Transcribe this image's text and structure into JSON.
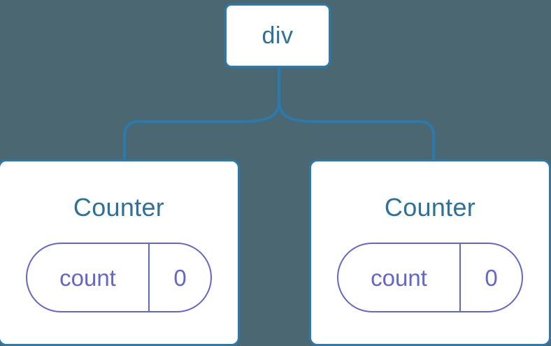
{
  "diagram": {
    "type": "component-tree",
    "background_color": "#4b6771",
    "edge_color": "#2a7aad",
    "node_border_color": "#2a7aad",
    "node_fill_color": "#ffffff",
    "node_label_color": "#2b719e",
    "state_color": "#6265d8",
    "root": {
      "label": "div"
    },
    "children": [
      {
        "title": "Counter",
        "state": {
          "key": "count",
          "value": "0"
        }
      },
      {
        "title": "Counter",
        "state": {
          "key": "count",
          "value": "0"
        }
      }
    ],
    "edges": [
      {
        "from": "div",
        "to": "Counter-left"
      },
      {
        "from": "div",
        "to": "Counter-right"
      }
    ]
  }
}
